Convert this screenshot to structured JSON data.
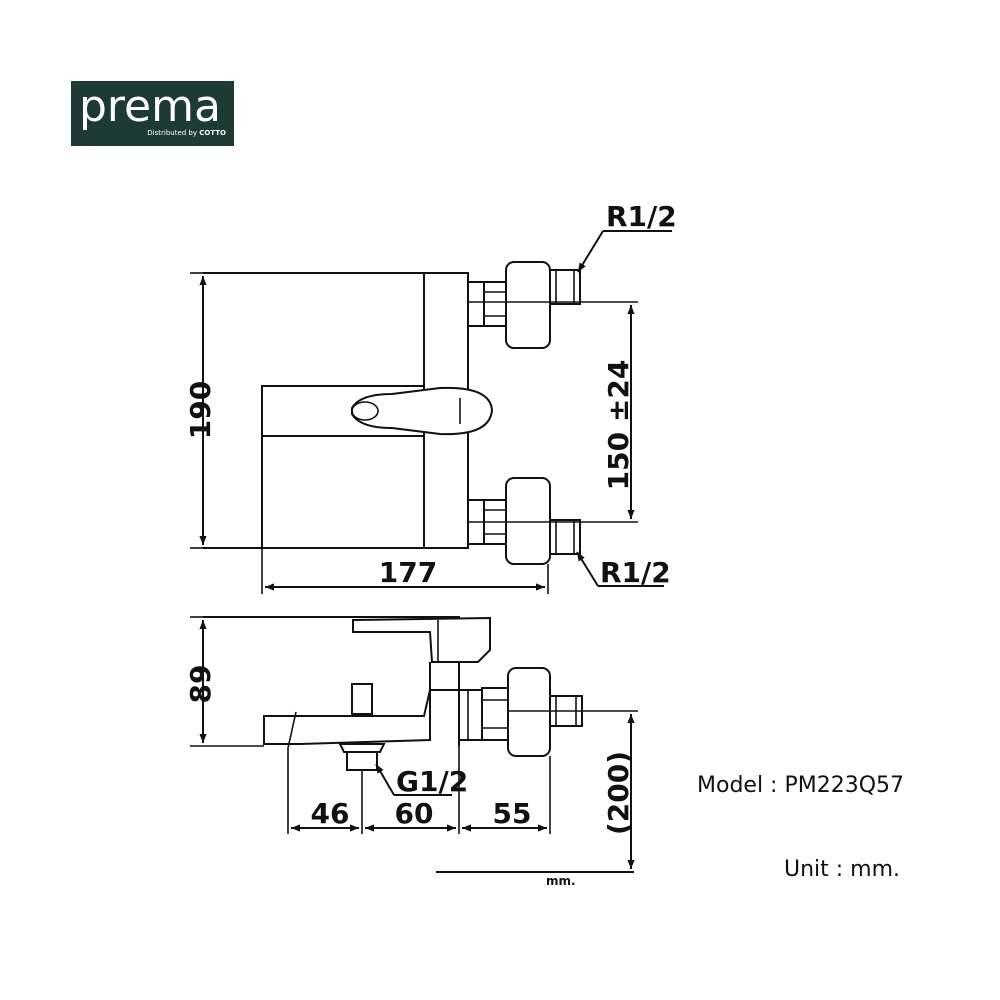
{
  "brand": {
    "name": "prema",
    "tagline_prefix": "Distributed by",
    "tagline_brand": "COTTO"
  },
  "dimensions": {
    "height_total": "190",
    "width_body": "177",
    "inlet_spacing": "150 ±24",
    "inlet_thread_top": "R1/2",
    "inlet_thread_bottom": "R1/2",
    "side_height": "89",
    "outlet_thread": "G1/2",
    "offset_a": "46",
    "offset_b": "60",
    "offset_c": "55",
    "reference_height": "(200)",
    "floor_unit": "mm."
  },
  "info": {
    "model": "Model : PM223Q57",
    "unit": "Unit : mm."
  }
}
